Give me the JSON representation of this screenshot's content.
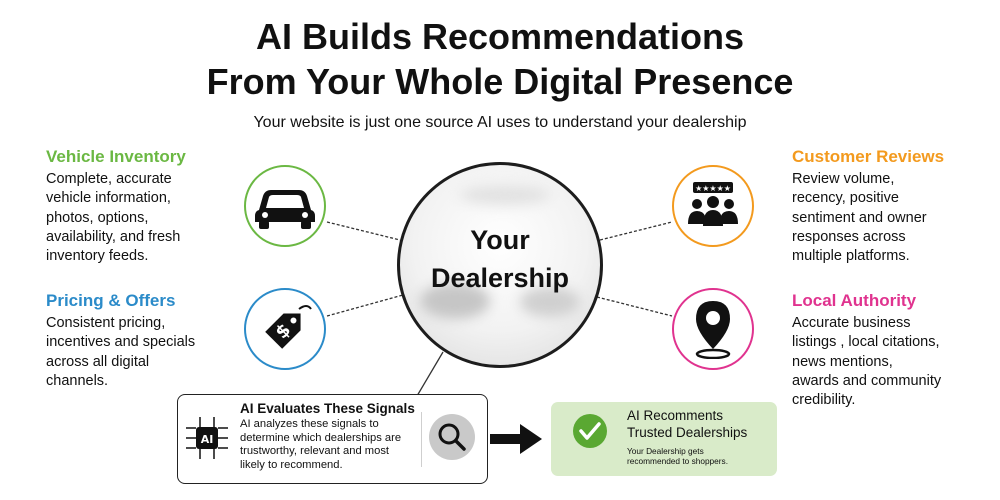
{
  "header": {
    "title_line1": "AI Builds Recommendations",
    "title_line2": "From Your Whole Digital Presence",
    "subtitle": "Your website is just one source AI uses to understand your dealership"
  },
  "center": {
    "line1": "Your",
    "line2": "Dealership"
  },
  "categories": [
    {
      "title": "Vehicle Inventory",
      "color": "#6bb843",
      "icon": "car-icon",
      "lines": [
        "Complete, accurate",
        "vehicle information,",
        "photos, options,",
        "availability, and fresh",
        "inventory feeds."
      ]
    },
    {
      "title": "Pricing & Offers",
      "color": "#2b8bc9",
      "icon": "price-tag-icon",
      "lines": [
        "Consistent pricing,",
        "incentives and specials",
        "across all digital",
        "channels."
      ]
    },
    {
      "title": "Customer Reviews",
      "color": "#f39a1e",
      "icon": "reviews-people-icon",
      "lines": [
        "Review volume,",
        "recency, positive",
        "sentiment and owner",
        "responses across",
        "multiple platforms."
      ]
    },
    {
      "title": "Local Authority",
      "color": "#e0338f",
      "icon": "map-pin-icon",
      "lines": [
        "Accurate business",
        "listings , local citations,",
        "news mentions,",
        "awards and community",
        "credibility."
      ]
    }
  ],
  "evaluation": {
    "title": "AI Evaluates These Signals",
    "text_lines": [
      "AI analyzes these signals to",
      "determine which dealerships are",
      "trustworthy, relevant and most",
      "likely to recommend."
    ],
    "chip_label": "AI",
    "icons": [
      "ai-chip-icon",
      "magnifier-icon"
    ]
  },
  "result": {
    "title_line1": "AI Recomments",
    "title_line2": "Trusted Dealerships",
    "text_lines": [
      "Your Dealership gets",
      "recommended to shoppers."
    ],
    "icon": "check-circle-icon",
    "color": "#d9ebc9"
  }
}
